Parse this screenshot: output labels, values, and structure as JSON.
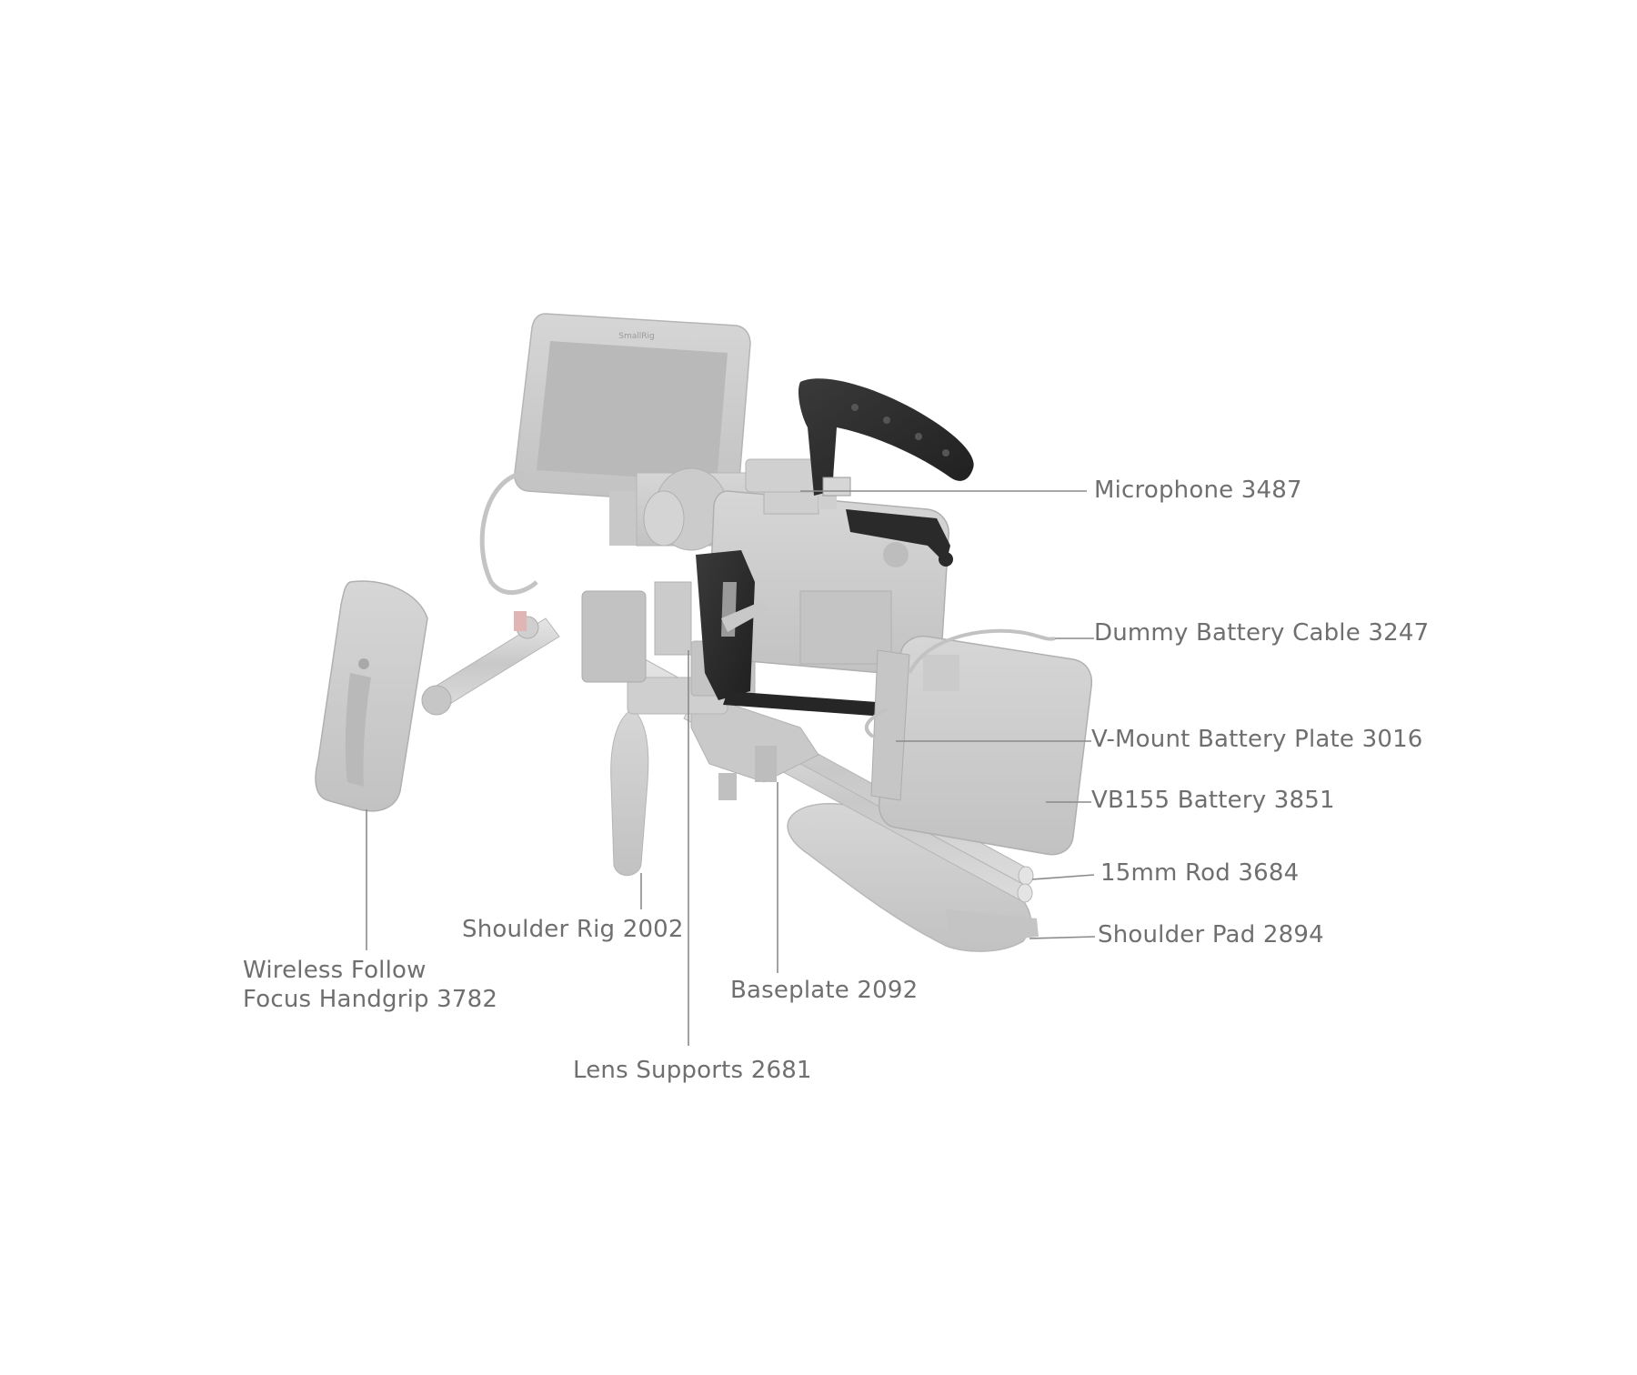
{
  "callouts": {
    "microphone": "Microphone 3487",
    "dummy_battery_cable": "Dummy Battery Cable 3247",
    "vmount_battery_plate": "V-Mount Battery Plate 3016",
    "vb155_battery": "VB155 Battery 3851",
    "rod_15mm": "15mm Rod 3684",
    "shoulder_pad": "Shoulder Pad 2894",
    "shoulder_rig": "Shoulder Rig 2002",
    "baseplate": "Baseplate 2092",
    "lens_supports": "Lens Supports 2681",
    "follow_focus_line1": "Wireless Follow",
    "follow_focus_line2": "Focus Handgrip 3782"
  },
  "monitor_brand": "SmallRig",
  "colors": {
    "cage_dark": "#2b2b2b",
    "ghost_gray": "#c9c9c9",
    "ghost_dark": "#b3b3b3",
    "leader_line": "#8a8a8a",
    "label_text": "#6f6f6f"
  }
}
